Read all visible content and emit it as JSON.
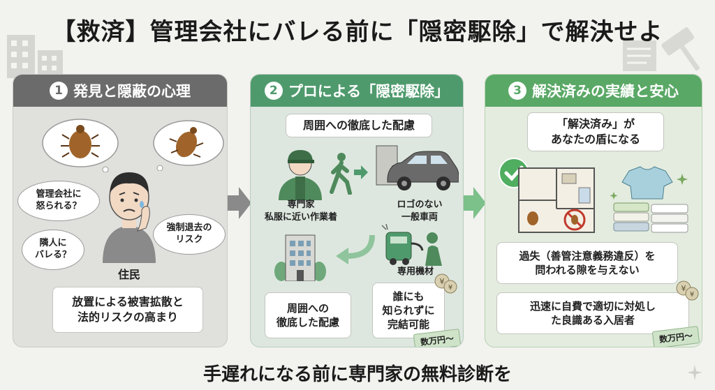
{
  "title": "【救済】管理会社にバレる前に「隠密駆除」で解決せよ",
  "panels": [
    {
      "number": "1",
      "heading": "発見と隠蔽の心理",
      "bubbles": [
        "管理会社に\n怒られる？",
        "隣人に\nバレる？",
        "強制退去の\nリスク"
      ],
      "person_label": "住民",
      "summary": "放置による被害拡散と\n法的リスクの高まり"
    },
    {
      "number": "2",
      "heading": "プロによる「隠密駆除」",
      "top_box": "周囲への徹底した配慮",
      "worker_label": "専門家\n私服に近い作業着",
      "car_label": "ロゴのない\n一般車両",
      "equipment_label": "専用機材",
      "left_box": "周囲への\n徹底した配慮",
      "right_box": "誰にも\n知られずに\n完結可能",
      "price_sticker": "数万円〜"
    },
    {
      "number": "3",
      "heading": "解決済みの実績と安心",
      "top_box": "「解決済み」が\nあなたの盾になる",
      "box_1": "過失（善管注意義務違反）を\n問われる隙を与えない",
      "box_2": "迅速に自費で適切に対処し\nた良識ある入居者",
      "price_sticker": "数万円〜"
    }
  ],
  "footer": "手遅れになる前に専門家の無料診断を",
  "colors": {
    "panel1_header": "#6b6b6b",
    "panel2_header": "#4f9a6d",
    "panel3_header": "#5aa866",
    "background": "#f2f2ef"
  }
}
